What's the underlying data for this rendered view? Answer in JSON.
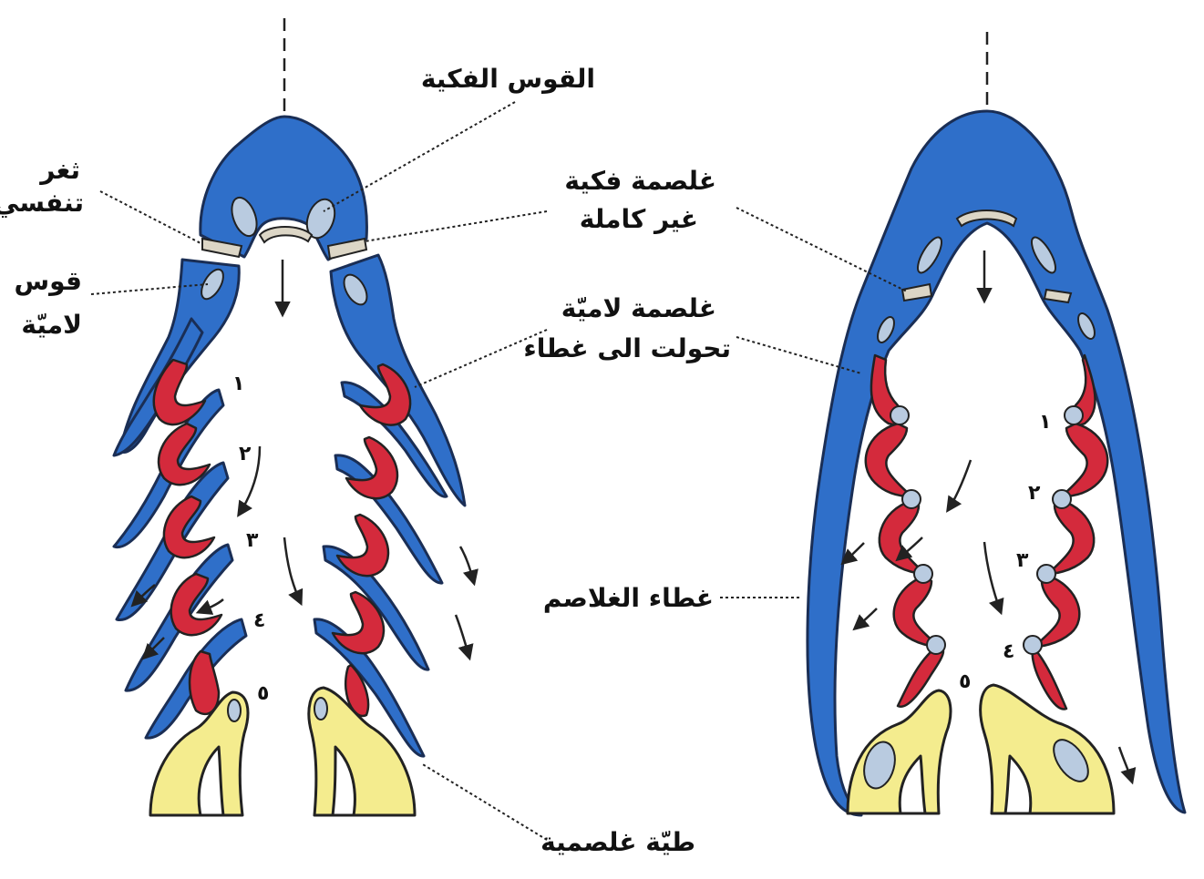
{
  "labels": {
    "jaw_arch": "القوس الفكية",
    "spiracle_l1": "ثغر",
    "spiracle_l2": "تنفسي",
    "hyoid_arch_l1": "قوس",
    "hyoid_arch_l2": "لاميّة",
    "jaw_gill_l1": "غلصمة فكية",
    "jaw_gill_l2": "غير كاملة",
    "hyoid_gill_l1": "غلصمة لاميّة",
    "hyoid_gill_l2": "تحولت الى غطاء",
    "operculum": "غطاء الغلاصم",
    "gill_fold": "طيّة غلصمية"
  },
  "left_numbers": [
    "١",
    "٢",
    "٣",
    "٤",
    "٥"
  ],
  "right_numbers": [
    "١",
    "٢",
    "٣",
    "٤",
    "٥"
  ],
  "colors": {
    "skeleton_blue": "#2f6fc9",
    "gill_red": "#d42a3c",
    "fold_yellow": "#f4ec8e",
    "cartilage": "#b9cbe0"
  }
}
